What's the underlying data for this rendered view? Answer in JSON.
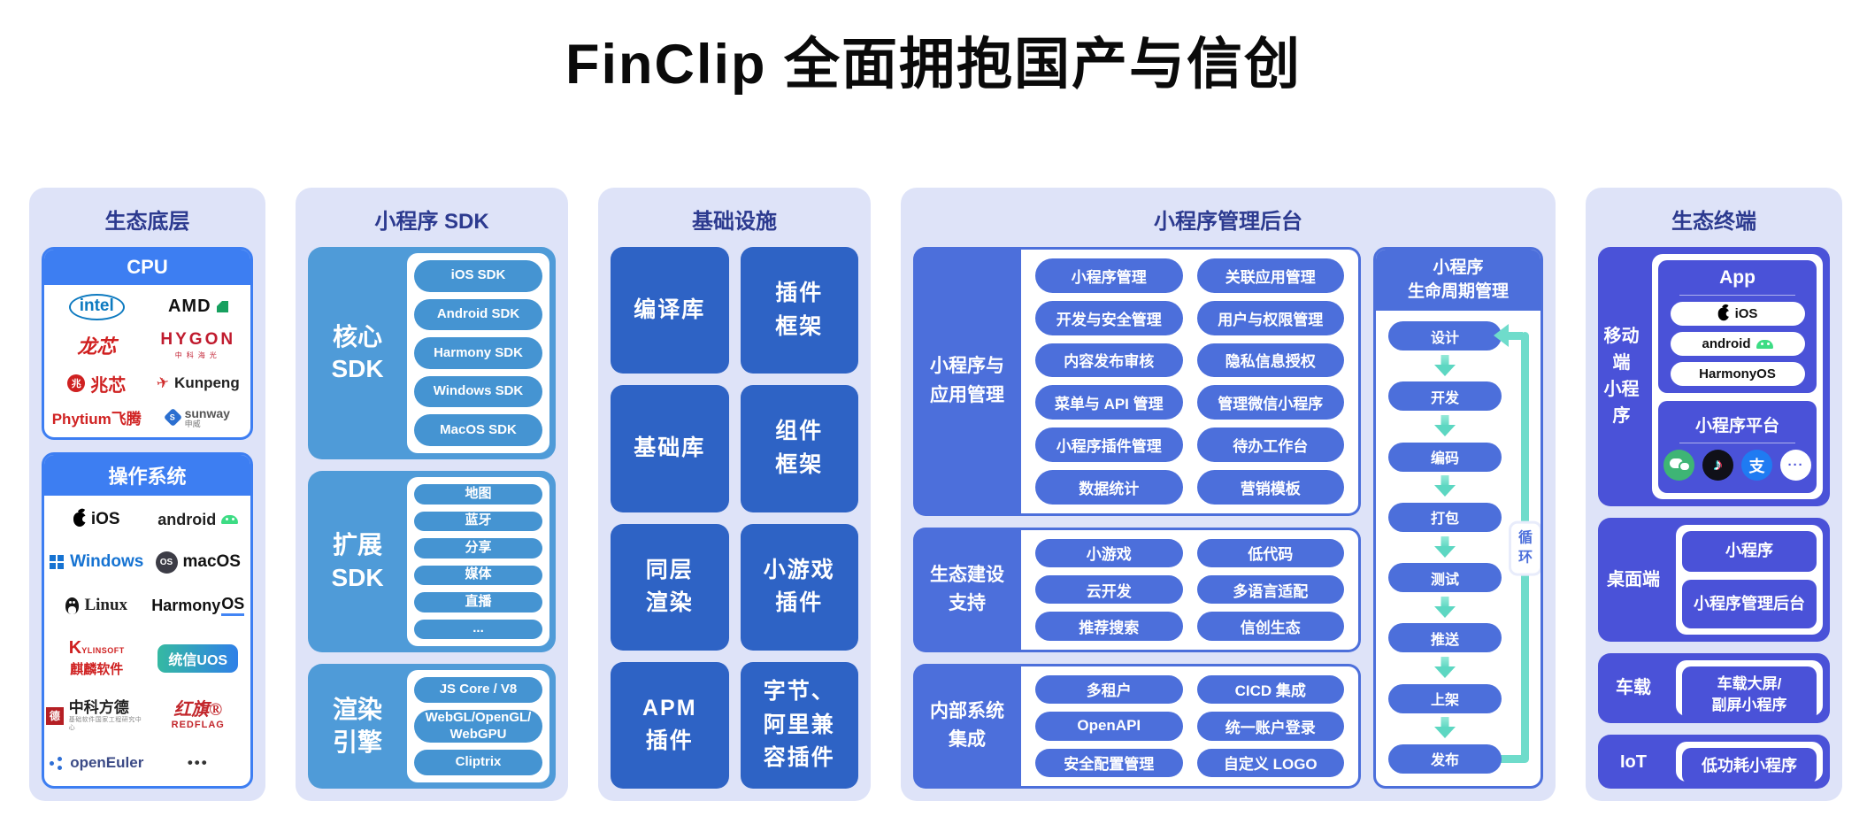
{
  "title": "FinClip 全面拥抱国产与信创",
  "colors": {
    "panel_bg": "#dee3f8",
    "panel_title": "#2c3a8f",
    "bright_blue": "#3d7ef2",
    "sdk_blue": "#4f9bd8",
    "infra_blue": "#2e63c5",
    "admin_blue": "#4c6fdb",
    "teal_arrow": "#6fdccb",
    "terminal_indigo": "#4a52d8"
  },
  "eco_base": {
    "title": "生态底层",
    "cpu_header": "CPU",
    "cpu": {
      "intel": "intel",
      "amd": "AMD",
      "loongson": "龙芯",
      "hygon": "HYGON",
      "hygon_sub": "中科海光",
      "zhaoxin_badge": "兆",
      "zhaoxin": "兆芯",
      "kunpeng_glyph": "✈",
      "kunpeng": "Kunpeng",
      "phytium": "Phytium飞腾",
      "sunway_mark": "S",
      "sunway": "sunway",
      "sunway_sub": "申威"
    },
    "os_header": "操作系统",
    "os": {
      "ios": "iOS",
      "android": "android",
      "windows": "Windows",
      "macos_badge": "OS",
      "macos": "macOS",
      "linux": "Linux",
      "harmony_a": "Harmony",
      "harmony_b": "OS",
      "kylin_k": "K",
      "kylin_rest": "YLINSOFT",
      "kylin_sub": "麒麟软件",
      "uos": "统信UOS",
      "fangde_badge": "德",
      "fangde": "中科方德",
      "fangde_sub": "基础软件国家工程研究中心",
      "redflag": "红旗®",
      "redflag_sub": "REDFLAG",
      "openeuler": "openEuler",
      "more": "•••"
    }
  },
  "sdk": {
    "title": "小程序 SDK",
    "groups": [
      {
        "label": "核心\nSDK",
        "items": [
          "iOS SDK",
          "Android SDK",
          "Harmony SDK",
          "Windows SDK",
          "MacOS SDK"
        ]
      },
      {
        "label": "扩展\nSDK",
        "items": [
          "地图",
          "蓝牙",
          "分享",
          "媒体",
          "直播",
          "..."
        ]
      },
      {
        "label": "渲染\n引擎",
        "items": [
          "JS Core / V8",
          "WebGL/OpenGL/\nWebGPU",
          "Cliptrix"
        ]
      }
    ]
  },
  "infra": {
    "title": "基础设施",
    "tiles": [
      "编译库",
      "插件\n框架",
      "基础库",
      "组件\n框架",
      "同层\n渲染",
      "小游戏\n插件",
      "APM\n插件",
      "字节、\n阿里兼\n容插件"
    ]
  },
  "admin": {
    "title": "小程序管理后台",
    "groups": [
      {
        "label": "小程序与\n应用管理",
        "items": [
          "小程序管理",
          "关联应用管理",
          "开发与安全管理",
          "用户与权限管理",
          "内容发布审核",
          "隐私信息授权",
          "菜单与 API 管理",
          "管理微信小程序",
          "小程序插件管理",
          "待办工作台",
          "数据统计",
          "营销模板"
        ]
      },
      {
        "label": "生态建设\n支持",
        "items": [
          "小游戏",
          "低代码",
          "云开发",
          "多语言适配",
          "推荐搜索",
          "信创生态"
        ]
      },
      {
        "label": "内部系统\n集成",
        "items": [
          "多租户",
          "CICD 集成",
          "OpenAPI",
          "统一账户登录",
          "安全配置管理",
          "自定义 LOGO"
        ]
      }
    ],
    "lifecycle": {
      "title": "小程序\n生命周期管理",
      "steps": [
        "设计",
        "开发",
        "编码",
        "打包",
        "测试",
        "推送",
        "上架",
        "发布"
      ],
      "loop_label": "循环"
    }
  },
  "terminals": {
    "title": "生态终端",
    "mobile": {
      "label": "移动端\n小程序",
      "app_title": "App",
      "app_items": [
        "iOS",
        "android",
        "HarmonyOS"
      ],
      "platform_title": "小程序平台",
      "icons": {
        "douyin_glyph": "♪",
        "alipay_glyph": "支",
        "more_glyph": "···"
      }
    },
    "desktop": {
      "label": "桌面端",
      "items": [
        "小程序",
        "小程序管理后台"
      ]
    },
    "vehicle": {
      "label": "车载",
      "items": [
        "车载大屏/\n副屏小程序"
      ]
    },
    "iot": {
      "label": "IoT",
      "items": [
        "低功耗小程序"
      ]
    }
  }
}
